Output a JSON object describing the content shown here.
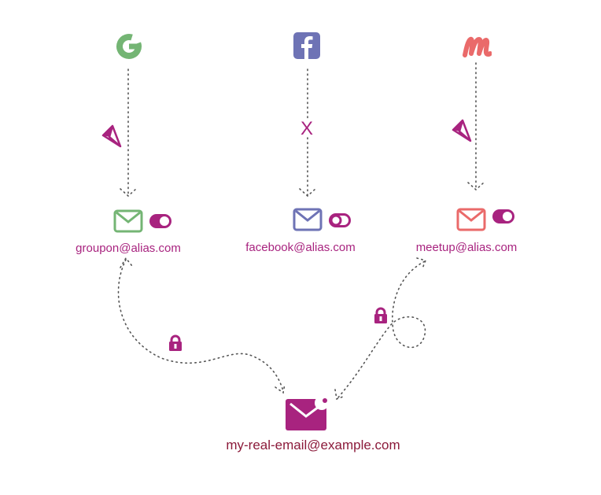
{
  "colors": {
    "groupon": "#74b574",
    "facebook": "#6e73b5",
    "meetup": "#ea6a6a",
    "accent": "#a8237f",
    "real_email_text": "#8b1a3a",
    "dots": "#555555"
  },
  "services": [
    {
      "name": "groupon",
      "icon": "groupon-g-icon",
      "glyph": "G",
      "alias": "groupon@alias.com",
      "toggle": "on",
      "connector": "paper-plane-icon"
    },
    {
      "name": "facebook",
      "icon": "facebook-f-icon",
      "glyph": "f",
      "alias": "facebook@alias.com",
      "toggle": "off",
      "connector": "x-blocked-icon",
      "connector_glyph": "X"
    },
    {
      "name": "meetup",
      "icon": "meetup-m-icon",
      "glyph": "m",
      "alias": "meetup@alias.com",
      "toggle": "on",
      "connector": "paper-plane-icon"
    }
  ],
  "real_email": {
    "address": "my-real-email@example.com",
    "icon": "envelope-notification-icon"
  },
  "lock_icons": [
    "lock-icon",
    "lock-icon"
  ]
}
